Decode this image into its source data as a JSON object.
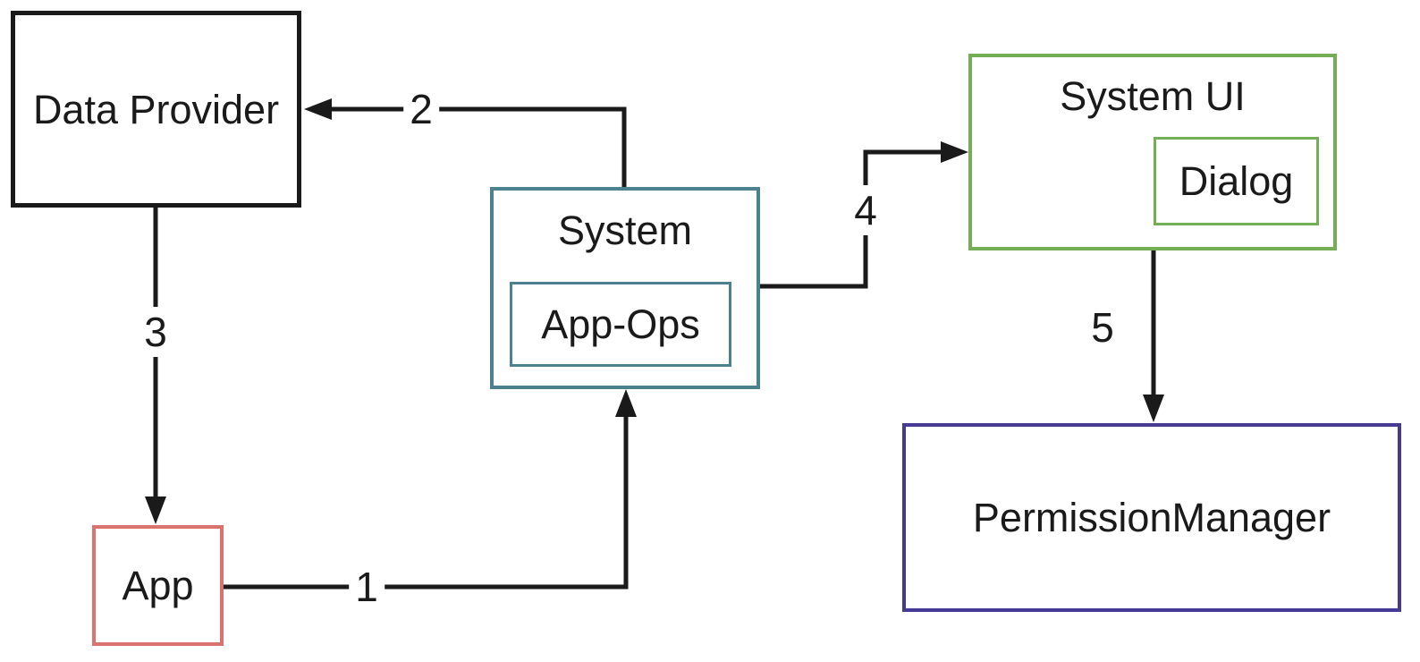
{
  "diagram": {
    "background": "#ffffff",
    "line_color": "#1a1a1a",
    "text_color": "#1a1a1a",
    "nodes": {
      "data_provider": {
        "label": "Data Provider",
        "border_color": "#1a1a1a"
      },
      "app": {
        "label": "App",
        "border_color": "#da7270"
      },
      "system": {
        "label": "System",
        "border_color": "#4e818f",
        "child": {
          "label": "App-Ops"
        }
      },
      "system_ui": {
        "label": "System UI",
        "border_color": "#76ad57",
        "child": {
          "label": "Dialog"
        }
      },
      "permission_manager": {
        "label": "PermissionManager",
        "border_color": "#463a94"
      }
    },
    "edges": [
      {
        "label": "1",
        "from": "App",
        "to": "System"
      },
      {
        "label": "2",
        "from": "System",
        "to": "Data Provider"
      },
      {
        "label": "3",
        "from": "Data Provider",
        "to": "App"
      },
      {
        "label": "4",
        "from": "System",
        "to": "System UI"
      },
      {
        "label": "5",
        "from": "System UI",
        "to": "PermissionManager"
      }
    ]
  }
}
